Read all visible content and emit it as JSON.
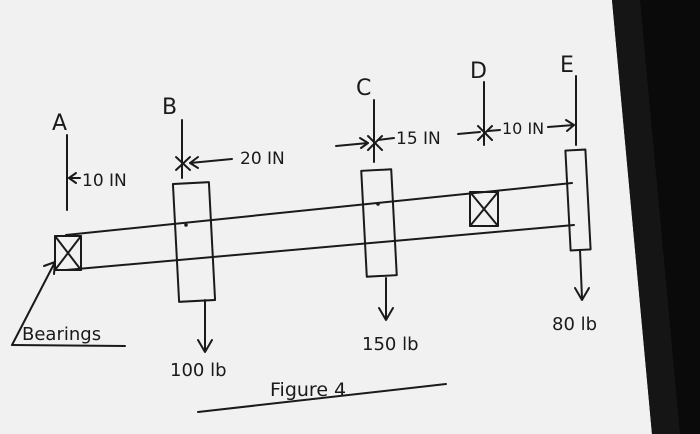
{
  "figure": {
    "caption": "Figure 4",
    "points": {
      "a": "A",
      "b": "B",
      "c": "C",
      "d": "D",
      "e": "E"
    },
    "dimensions": {
      "ab": "10 IN",
      "bc": "20 IN",
      "cd": "15 IN",
      "de": "10 IN"
    },
    "loads": {
      "b": "100 lb",
      "c": "150 lb",
      "e": "80 lb"
    },
    "bearings_label": "Bearings"
  },
  "colors": {
    "paper": "#f1f1f1",
    "background": "#0a0a0a",
    "ink": "#1a1a1a"
  }
}
